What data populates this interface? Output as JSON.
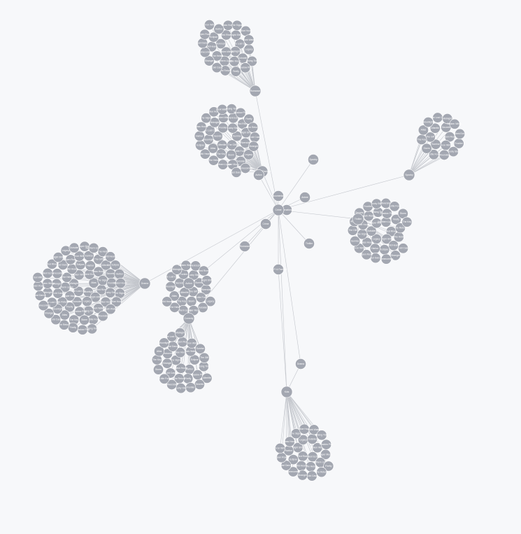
{
  "graph": {
    "node_color": "#a3a7b1",
    "edge_color": "#c3c6cc",
    "background": "#f7f8fa",
    "label_color": "#ffffff",
    "clusters": [
      {
        "id": "top",
        "hub": "Romance",
        "leaf_count": 28
      },
      {
        "id": "upper",
        "hub": "Sci-Fi & Fantasy",
        "leaf_count": 38
      },
      {
        "id": "right-top",
        "hub": "Spooky",
        "leaf_count": 18
      },
      {
        "id": "right",
        "hub": "Thriller",
        "leaf_count": 34
      },
      {
        "id": "left",
        "hub": "Drama",
        "leaf_count": 70
      },
      {
        "id": "mid-left",
        "hub": "Action",
        "leaf_count": 24
      },
      {
        "id": "lower-left",
        "hub": "Comedy",
        "leaf_count": 30
      },
      {
        "id": "lower",
        "hub": "Kids",
        "leaf_count": 26
      }
    ],
    "hub_labels": [
      "Romance",
      "Sci-Fi & Fantasy",
      "Spooky",
      "Thriller",
      "Drama",
      "Action",
      "Comedy",
      "Kids",
      "Documentary",
      "Anime",
      "International",
      "Crime"
    ],
    "leaf_labels": [
      "The Lost City",
      "Midnight",
      "Broken Wings",
      "Silent Echo",
      "Red River",
      "Night Shift",
      "Legacy",
      "Outsider",
      "Paper Moon",
      "Northern Lights",
      "The Heist",
      "Wild Hearts",
      "Eclipse",
      "Harbor",
      "Glass House",
      "The Signal",
      "Blue Hour",
      "Dark Water",
      "Rising Tide",
      "Shadow Play",
      "Firefly",
      "The Return",
      "Cold Case",
      "Stranger",
      "Homecoming",
      "Last Dance",
      "Open Road",
      "Iron Will",
      "Sunrise",
      "The Gift",
      "Afterlife",
      "Secrets",
      "Frontier",
      "Lucky Star",
      "Riverside",
      "Little Fox",
      "Storm",
      "The Key",
      "Atlas",
      "Moonlight"
    ]
  }
}
